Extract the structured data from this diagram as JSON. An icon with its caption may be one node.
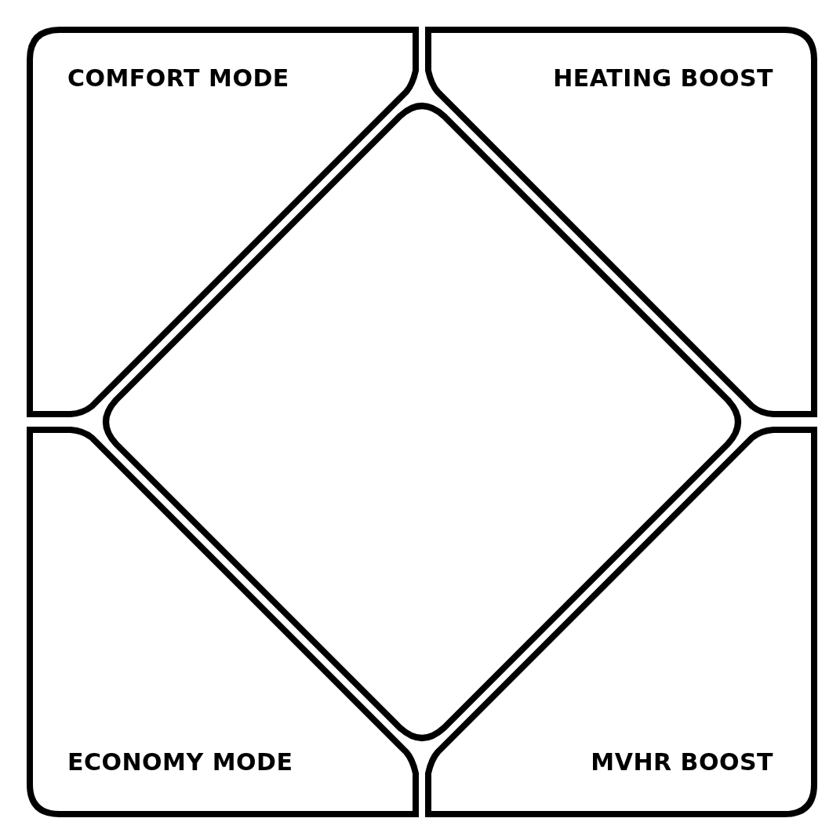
{
  "diagram": {
    "nodes": [
      {
        "text": [
          "COMFORT MODE"
        ]
      },
      {
        "text": [
          "HEATING BOOST"
        ]
      },
      {
        "text": [
          "ECONOMY MODE"
        ]
      },
      {
        "text": [
          "MVHR BOOST"
        ]
      },
      {
        "text": [],
        "shape": "diamond"
      }
    ]
  }
}
